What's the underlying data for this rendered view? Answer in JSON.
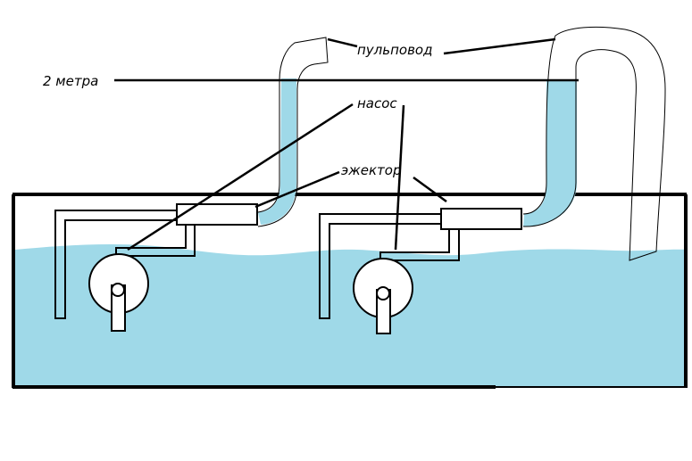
{
  "labels": {
    "height": "2 метра",
    "pipeline": "пульповод",
    "pump": "насос",
    "ejector": "эжектор"
  },
  "colors": {
    "water": "#9fd9e8",
    "outline": "#000000",
    "background": "#ffffff"
  }
}
